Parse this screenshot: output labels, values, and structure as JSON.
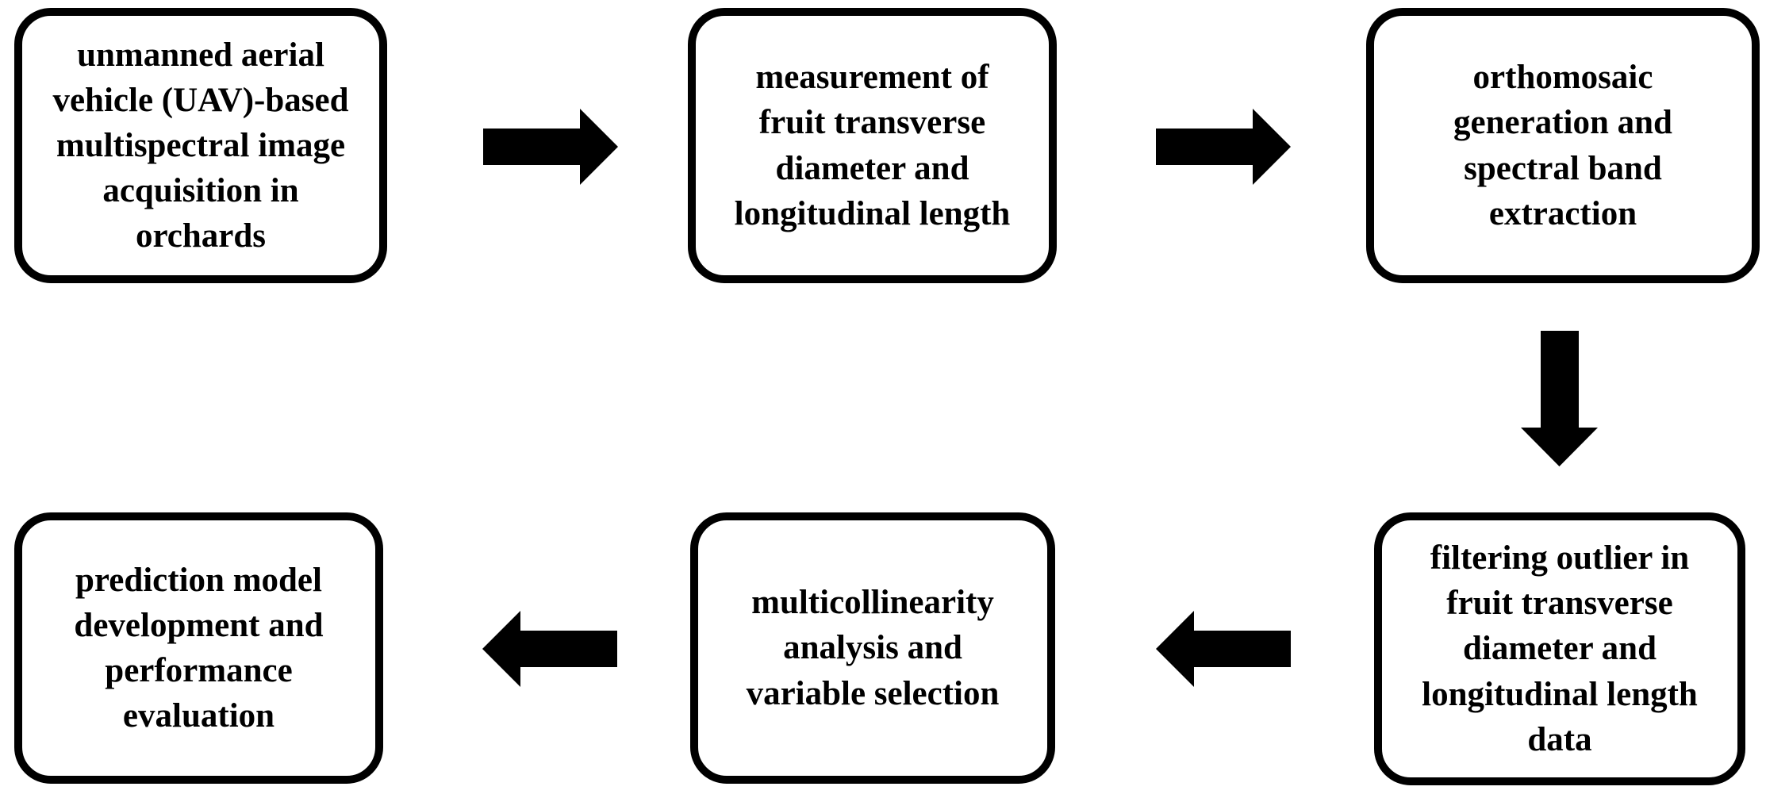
{
  "diagram": {
    "type": "flowchart",
    "background": "#ffffff",
    "colors": {
      "box_fill": "#ffffff",
      "box_border": "#000000",
      "text": "#000000",
      "arrow_fill": "#000000"
    },
    "nodes": [
      {
        "id": "uav-image-acquisition",
        "label": "unmanned aerial\nvehicle (UAV)-based\nmultispectral image\nacquisition in\norchards"
      },
      {
        "id": "fruit-measurement",
        "label": "measurement of\nfruit transverse\ndiameter and\nlongitudinal length"
      },
      {
        "id": "orthomosaic-generation",
        "label": "orthomosaic\ngeneration and\nspectral band\nextraction"
      },
      {
        "id": "outlier-filtering",
        "label": "filtering outlier in\nfruit transverse\ndiameter and\nlongitudinal length\ndata"
      },
      {
        "id": "multicollinearity-analysis",
        "label": "multicollinearity\nanalysis and\nvariable selection"
      },
      {
        "id": "prediction-model",
        "label": "prediction model\ndevelopment and\nperformance\nevaluation"
      }
    ],
    "edges": [
      {
        "from": "uav-image-acquisition",
        "to": "fruit-measurement",
        "direction": "right"
      },
      {
        "from": "fruit-measurement",
        "to": "orthomosaic-generation",
        "direction": "right"
      },
      {
        "from": "orthomosaic-generation",
        "to": "outlier-filtering",
        "direction": "down"
      },
      {
        "from": "outlier-filtering",
        "to": "multicollinearity-analysis",
        "direction": "left"
      },
      {
        "from": "multicollinearity-analysis",
        "to": "prediction-model",
        "direction": "left"
      }
    ]
  }
}
